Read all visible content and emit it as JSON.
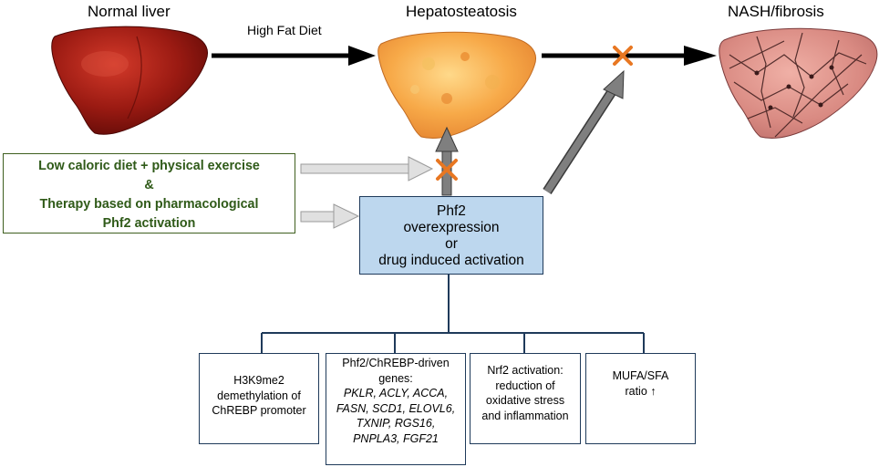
{
  "stages": {
    "normal": "Normal liver",
    "hepato": "Hepatosteatosis",
    "nash": "NASH/fibrosis"
  },
  "arrow_label": "High  Fat Diet",
  "intervention": {
    "line1": "Low caloric diet + physical exercise",
    "line2": "&",
    "line3": "Therapy based on pharmacological",
    "line4": "Phf2 activation"
  },
  "phf2_box": {
    "line1": "Phf2",
    "line2": "overexpression",
    "line3": "or",
    "line4": "drug induced activation"
  },
  "mechanisms": {
    "m1": {
      "line1": "H3K9me2",
      "line2": "demethylation of",
      "line3": "ChREBP promoter"
    },
    "m2": {
      "line1": "Phf2/ChREBP-driven",
      "line2": "genes:",
      "line3": "PKLR, ACLY, ACCA,",
      "line4": "FASN, SCD1, ELOVL6,",
      "line5": "TXNIP,  RGS16,",
      "line6": "PNPLA3, FGF21"
    },
    "m3": {
      "line1": "Nrf2 activation:",
      "line2": "reduction of",
      "line3": "oxidative stress",
      "line4": "and inflammation"
    },
    "m4": {
      "line1": "MUFA/SFA",
      "line2": "ratio ↑"
    }
  },
  "colors": {
    "normal_liver": "#8f1410",
    "steatosis_liver": "#f4a43c",
    "fibrosis_liver": "#d98080",
    "block_mark": "#e87722",
    "green_text": "#2f5a18",
    "blue_box_fill": "#bdd7ee"
  }
}
